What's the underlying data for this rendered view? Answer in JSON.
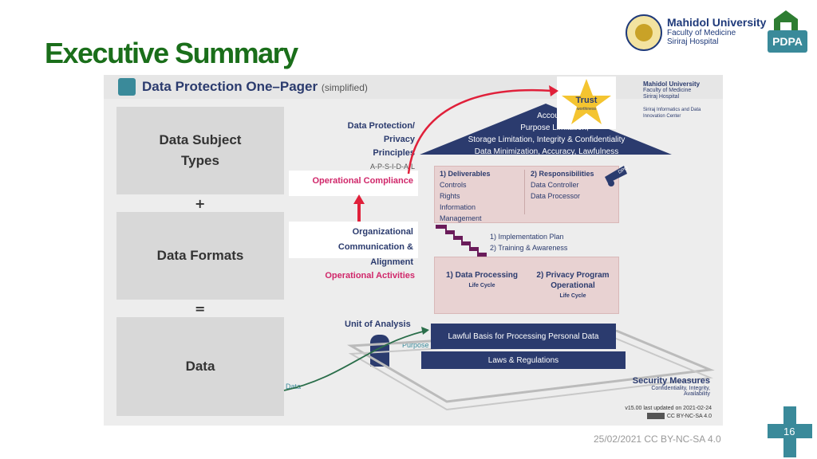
{
  "page": {
    "title": "Executive Summary",
    "footer_text": "25/02/2021   CC BY-NC-SA 4.0",
    "page_number": "16"
  },
  "header": {
    "university_name": "Mahidol University",
    "faculty_line1": "Faculty of Medicine",
    "faculty_line2": "Siriraj Hospital",
    "pdpa_badge": "PDPA"
  },
  "onepager": {
    "title": "Data Protection One–Pager",
    "subtitle": "(simplified)",
    "left_boxes": {
      "subject_line1": "Data Subject",
      "subject_line2": "Types",
      "plus": "+",
      "formats": "Data Formats",
      "equals": "=",
      "data": "Data"
    },
    "principles": {
      "line1": "Data Protection/",
      "line2": "Privacy Principles",
      "acronym": "A-P-S-I-D-A-L"
    },
    "roof_lines": [
      "Accountability,",
      "Purpose Limitation,",
      "Storage Limitation, Integrity & Confidentiality",
      "Data Minimization, Accuracy, Lawfulness"
    ],
    "trust": {
      "label": "Trust",
      "sub": "worthiness"
    },
    "mini_logo": {
      "line1": "Mahidol University",
      "line2": "Faculty of Medicine",
      "line3": "Siriraj Hospital",
      "line4": "Siriraj Informatics and Data Innovation Center"
    },
    "compliance_label": "Operational Compliance",
    "org_line1": "Organizational",
    "org_line2": "Communication & Alignment",
    "deliverables": {
      "title": "1) Deliverables",
      "items": [
        "Controls",
        "Rights",
        "Information",
        "Management"
      ]
    },
    "responsibilities": {
      "title": "2) Responsibilities",
      "items": [
        "Data Controller",
        "Data Processor"
      ]
    },
    "dpo_label": "DPO",
    "impl_line1": "1) Implementation Plan",
    "impl_line2": "2) Training & Awareness",
    "operational_activities": "Operational Activities",
    "processing": {
      "title": "1) Data Processing",
      "sub": "Life Cycle"
    },
    "privacy_program": {
      "title1": "2) Privacy Program",
      "title2": "Operational",
      "sub": "Life Cycle"
    },
    "unit_of_analysis": "Unit of Analysis",
    "purpose_label": "Purpose",
    "data_label": "Data",
    "lawful_basis": "Lawful Basis for Processing Personal Data",
    "laws": "Laws & Regulations",
    "security": {
      "title": "Security Measures",
      "sub": "Confidentiality, Integrity, Availability"
    },
    "version": "v15.00 last updated on 2021-02-24",
    "license": "CC BY-NC-SA 4.0"
  },
  "colors": {
    "title_green": "#1a6e1a",
    "navy": "#2b3b6e",
    "pink": "#d0276a",
    "teal": "#3a8a9a",
    "red_arrow": "#e0203a",
    "star": "#f4c430"
  }
}
